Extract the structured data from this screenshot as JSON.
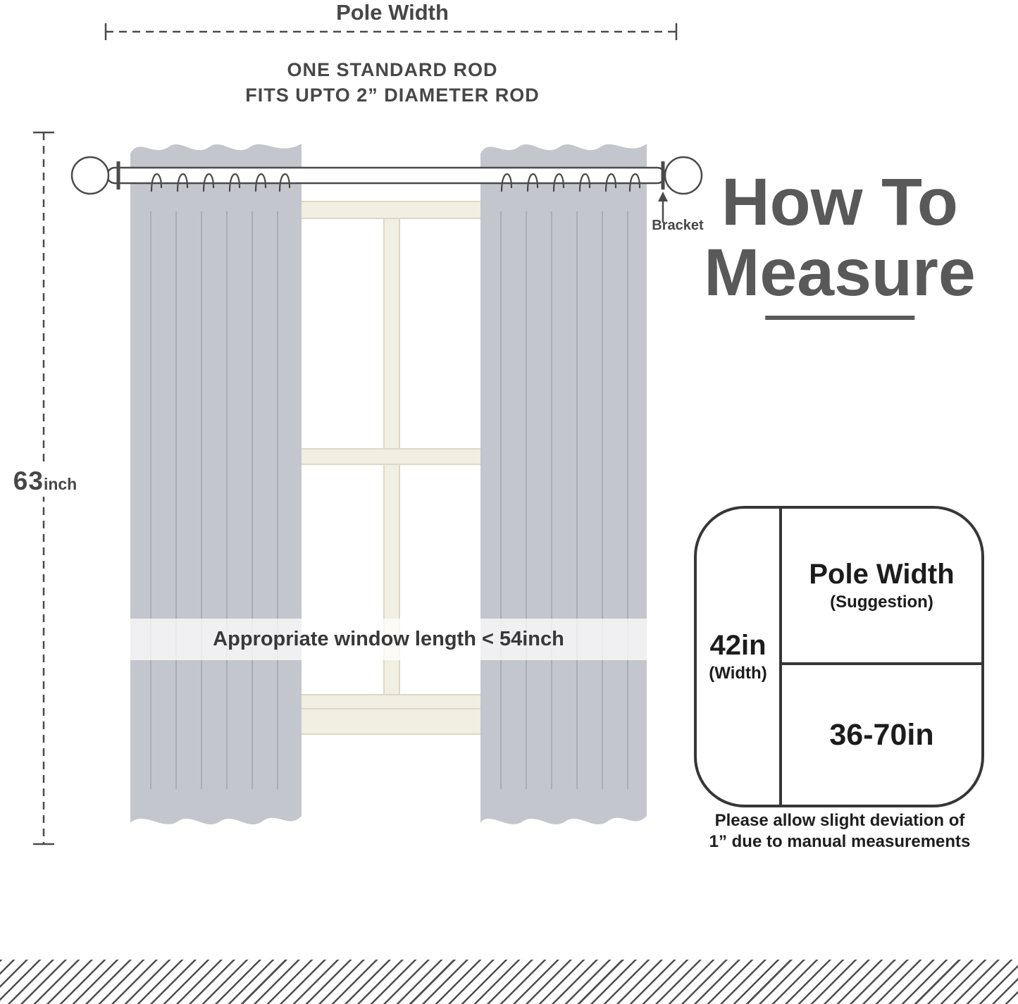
{
  "colors": {
    "text-dark": "#474747",
    "heading-gray": "#595959",
    "curtain": "#c3c6cc",
    "curtain-fold": "#a9adb6",
    "window-cream": "#f1eee2",
    "window-stroke": "#ddd8c6",
    "pane-white": "#ffffff",
    "line-dark": "#4a4a4a",
    "table-border": "#363636",
    "hatch": "#4f4f4f"
  },
  "top_measure": {
    "label": "Pole Width"
  },
  "rod_caption": {
    "line1": "ONE STANDARD ROD",
    "line2": "FITS UPTO 2” DIAMETER ROD"
  },
  "bracket": {
    "label": "Bracket"
  },
  "height_measure": {
    "value": "63",
    "unit": "inch"
  },
  "window_band": {
    "text": "Appropriate window length < 54inch"
  },
  "heading": {
    "line1": "How To",
    "line2": "Measure"
  },
  "size_table": {
    "width_value": "42in",
    "width_sub": "(Width)",
    "pole_title": "Pole Width",
    "pole_sub": "(Suggestion)",
    "length_range": "36-70in"
  },
  "note": {
    "line1": "Please allow slight deviation of",
    "line2": "1” due to manual measurements"
  }
}
